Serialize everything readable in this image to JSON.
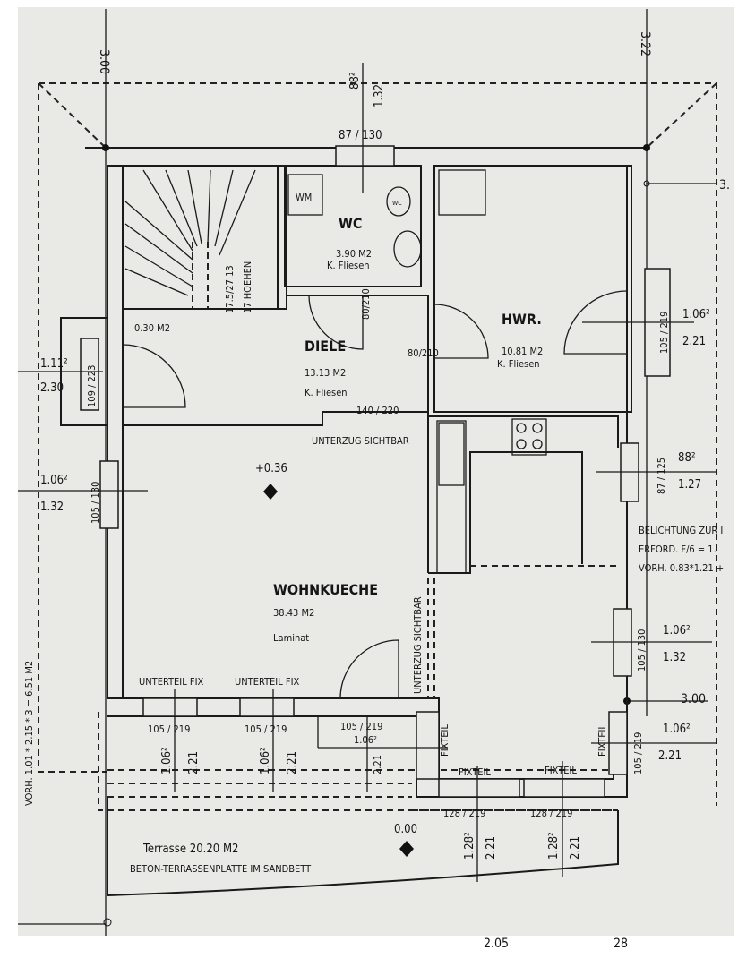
{
  "plan": {
    "grid_dims": {
      "top_left": "3.00",
      "top_right": "3.22",
      "right_upper": "3.",
      "right_lower": "3.00",
      "bottom_1": "2.05",
      "bottom_2": "28"
    },
    "rooms": {
      "wc": {
        "name": "WC",
        "area": "3.90 M2",
        "floor": "K. Fliesen",
        "wm": "WM",
        "wc_symbol": "WC"
      },
      "stair": {
        "area": "0.30 M2",
        "rise": "17.5/27.13",
        "steps": "17 HOEHEN"
      },
      "diele": {
        "name": "DIELE",
        "area": "13.13 M2",
        "floor": "K. Fliesen"
      },
      "hwr": {
        "name": "HWR.",
        "area": "10.81 M2",
        "floor": "K. Fliesen"
      },
      "wohnkueche": {
        "name": "WOHNKUECHE",
        "area": "38.43 M2",
        "floor": "Laminat",
        "level": "+0.36"
      },
      "terrace": {
        "name": "Terrasse 20.20 M2",
        "material": "BETON-TERRASSENPLATTE IM SANDBETT",
        "level": "0.00"
      }
    },
    "notes": {
      "beam_1": "UNTERZUG SICHTBAR",
      "beam_2": "UNTERZUG SICHTBAR",
      "fix_1": "UNTERTEIL FIX",
      "fix_2": "UNTERTEIL FIX",
      "fixteil_1": "FIXTEIL",
      "fixteil_2": "FIXTEIL",
      "fixteil_3": "FIXTEIL",
      "fixteil_4": "FIXTEIL",
      "belichtung_1": "BELICHTUNG ZUR I",
      "belichtung_2": "ERFORD. F/6 = 1.",
      "belichtung_3": "VORH. 0.83*1.21 +",
      "vorh": "VORH. 1.01 * 2.15 * 3 = 6.51 M2"
    },
    "openings": {
      "top_window": {
        "size": "87 / 130",
        "a": "88²",
        "b": "1.32"
      },
      "wc_door": "80/210",
      "hwr_door": "80/210",
      "diele_door": "140 / 220",
      "entry": {
        "size": "109 / 223",
        "a": "1.11²",
        "b": "2.30"
      },
      "hwr_window": {
        "size": "105 / 219",
        "a": "1.06²",
        "b": "2.21"
      },
      "left_window": {
        "size": "105 / 130",
        "a": "1.06²",
        "b": "1.32"
      },
      "kitchen_window": {
        "size": "87 / 125",
        "a": "88²",
        "b": "1.27"
      },
      "right_window": {
        "size": "105 / 130",
        "a": "1.06²",
        "b": "1.32"
      },
      "bottom_1": {
        "size": "105 / 219",
        "a": "1.06²",
        "b": "2.21"
      },
      "bottom_2": {
        "size": "105 / 219",
        "a": "1.06²",
        "b": "2.21"
      },
      "bottom_3": {
        "size": "105 / 219",
        "a": "1.06²",
        "b": "2.21"
      },
      "corner_right": {
        "size": "105 / 219",
        "a": "1.06²",
        "b": "2.21"
      },
      "bay_1": {
        "size": "128 / 219",
        "a": "1.28²",
        "b": "2.21"
      },
      "bay_2": {
        "size": "128 / 219",
        "a": "1.28²",
        "b": "2.21"
      }
    }
  }
}
